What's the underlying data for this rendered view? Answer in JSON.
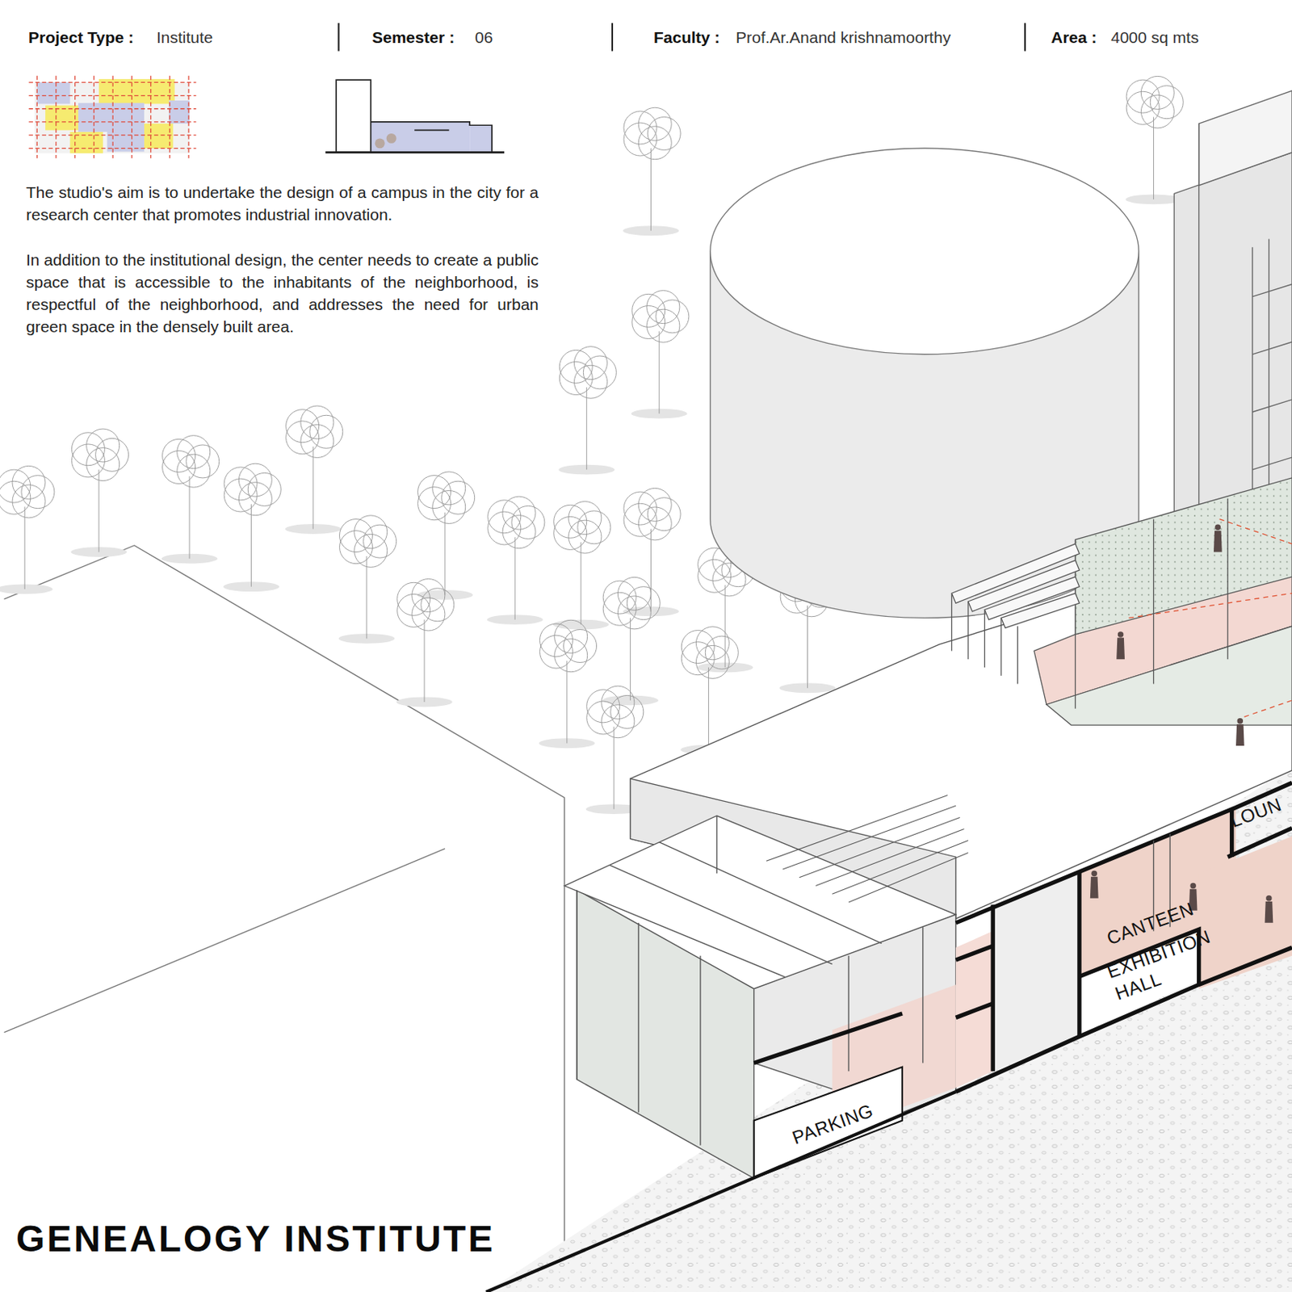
{
  "diagram": {
    "title": "GENEALOGY INSTITUTE",
    "labels": [
      "Project Type :",
      "Institute",
      "Semester :",
      "06",
      "Faculty :",
      "Prof.Ar.Anand krishnamoorthy",
      "Area :",
      "4000 sq mts",
      "The studio's aim is to undertake the design of a campus in the city for a research center that promotes industrial innovation.",
      "In addition to the institutional design, the center needs to create a public space that is accessible to the inhabitants of the neighborhood, is respectful of the neighborhood, and addresses the need for urban green space in the densely built area.",
      "PARKING",
      "CANTEEN",
      "EXHIBITION HALL",
      "LOUN"
    ]
  }
}
